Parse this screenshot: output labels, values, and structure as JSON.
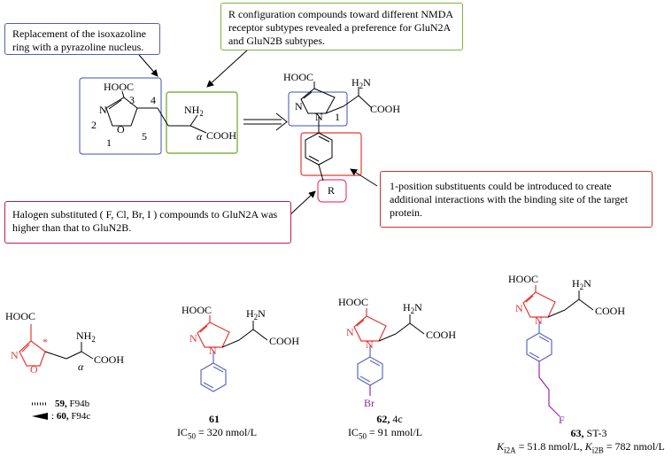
{
  "callouts": {
    "isoxazoline": "Replacement of the isoxazoline ring with a pyrazoline nucleus.",
    "r_config": "R configuration compounds toward different NMDA receptor subtypes revealed a preference for GluN2A and GluN2B subtypes.",
    "position1": "1-position substituents could be introduced to create additional interactions with the binding site of the target protein.",
    "halogen": "Halogen substituted ( F, Cl, Br, I ) compounds to GluN2A was higher than that to GluN2B."
  },
  "atoms": {
    "hooc": "HOOC",
    "cooh": "COOH",
    "nh2": "NH",
    "nh2_sub": "2",
    "h2n": "H",
    "h2n_sub": "2",
    "h2n_n": "N",
    "n": "N",
    "o": "O",
    "r": "R",
    "br": "Br",
    "f": "F",
    "alpha": "α",
    "star": "*",
    "num_1": "1",
    "num_2": "2",
    "num_3": "3",
    "num_4": "4",
    "num_5": "5"
  },
  "compounds": {
    "c59_num": "59,",
    "c59_name": "F94b",
    "c60_colon": ":",
    "c60_num": "60,",
    "c60_name": "F94c",
    "c61_num": "61",
    "c61_ic_pre": "IC",
    "c61_ic_sub": "50",
    "c61_ic_val": " = 320 nmol/L",
    "c62_num": "62,",
    "c62_name": "4c",
    "c62_ic_pre": "IC",
    "c62_ic_sub": "50",
    "c62_ic_val": " = 91 nmol/L",
    "c63_num": "63,",
    "c63_name": "ST-3",
    "c63_k": "K",
    "c63_k1_sub": "i2A",
    "c63_k1_val": " = 51.8 nmol/L, ",
    "c63_k2_sub": "i2B",
    "c63_k2_val": " = 782 nmol/L"
  }
}
